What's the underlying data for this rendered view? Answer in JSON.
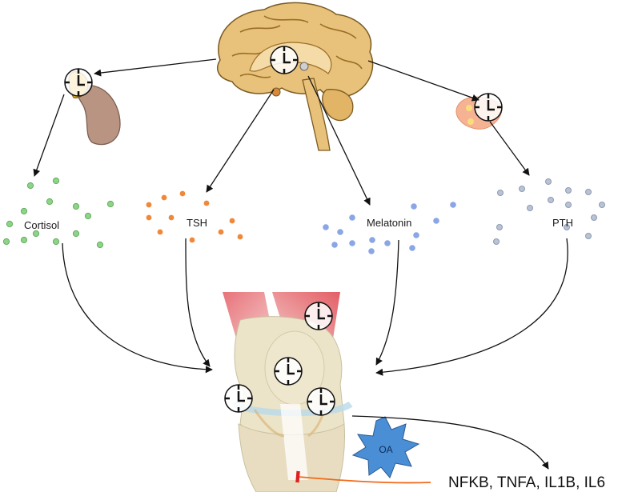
{
  "hormones": {
    "cortisol": {
      "label": "Cortisol",
      "color": "#8fd38a"
    },
    "tsh": {
      "label": "TSH",
      "color": "#f0883a"
    },
    "melatonin": {
      "label": "Melatonin",
      "color": "#8aa6e6"
    },
    "pth": {
      "label": "PTH",
      "color": "#b9c3d6"
    }
  },
  "joint": {
    "badge": "OA",
    "badge_color": "#4a8fd6"
  },
  "outcome": {
    "label": "NFKB, TNFA, IL1B, IL6",
    "inhibition_color": "#f26a1b"
  },
  "icons": [
    "brain-icon",
    "adrenal-gland-icon",
    "parathyroid-gland-icon",
    "knee-joint-icon",
    "clock-icon"
  ]
}
